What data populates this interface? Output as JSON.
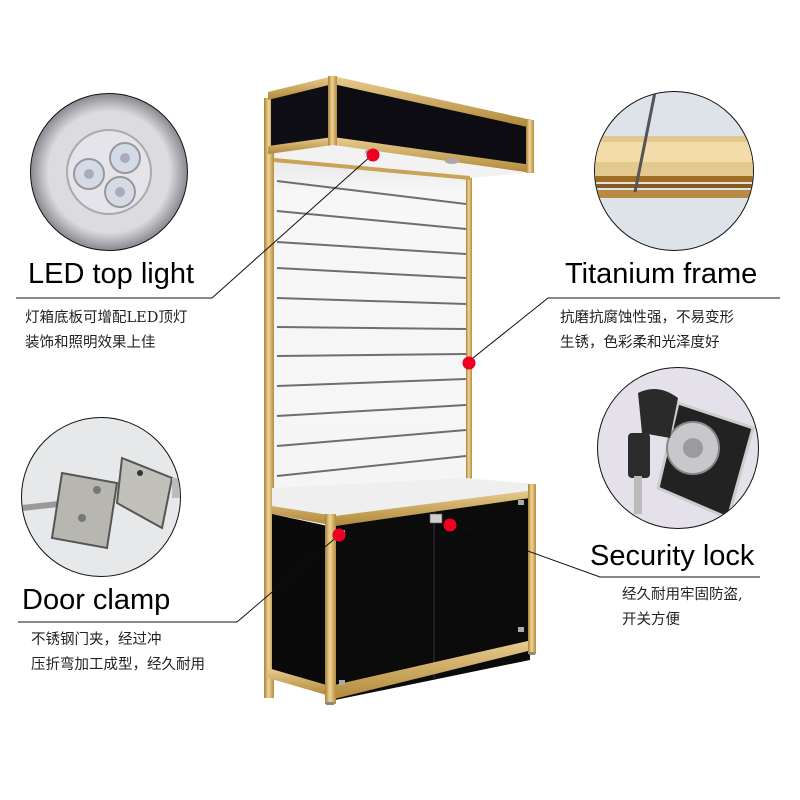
{
  "features": [
    {
      "id": "led",
      "title": "LED top light",
      "desc_line1": "灯箱底板可增配LED顶灯",
      "desc_line2": "装饰和照明效果上佳",
      "icon": "led-downlight-photo"
    },
    {
      "id": "frame",
      "title": "Titanium frame",
      "desc_line1": "抗磨抗腐蚀性强，不易变形",
      "desc_line2": "生锈，色彩柔和光泽度好",
      "icon": "gold-frame-profile-photo"
    },
    {
      "id": "clamp",
      "title": "Door clamp",
      "desc_line1": "不锈钢门夹，经过冲",
      "desc_line2": "压折弯加工成型，经久耐用",
      "icon": "door-clamp-hinge-photo"
    },
    {
      "id": "lock",
      "title": "Security lock",
      "desc_line1": "经久耐用牢固防盗,",
      "desc_line2": "开关方便",
      "icon": "cabinet-lock-keys-photo"
    }
  ],
  "colors": {
    "gold": "#c9a456",
    "gold_light": "#e6c98a",
    "gold_dark": "#a07a35",
    "panel_black": "#0a0a0a",
    "marker_red": "#ee0022",
    "slatwall": "#f4f4f4",
    "groove": "#777777"
  }
}
